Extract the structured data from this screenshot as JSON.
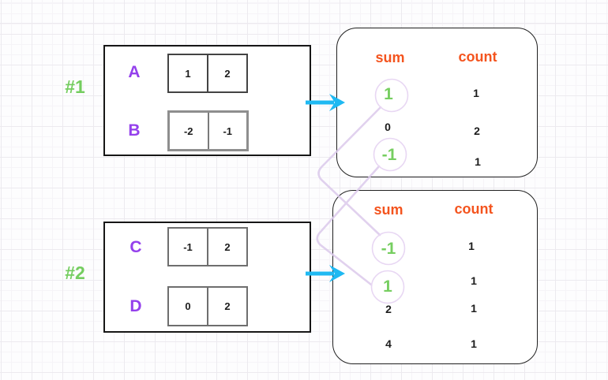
{
  "title": "merge pairwise sums into sum/count tables",
  "colors": {
    "group_label_green": "#76ce60",
    "row_label_purple": "#9440ec",
    "header_orange": "#f4541e",
    "arrow_cyan": "#1fb9f2",
    "connector_lavender": "#dccaec",
    "highlight_circle": "#e8d7f3",
    "text_black": "#1c1c1c"
  },
  "groups": [
    {
      "label": "#1",
      "rows": [
        {
          "label": "A",
          "cells": [
            "1",
            "2"
          ]
        },
        {
          "label": "B",
          "cells": [
            "-2",
            "-1"
          ]
        }
      ],
      "result": {
        "sum_header": "sum",
        "count_header": "count",
        "rows": [
          {
            "sum": "1",
            "count": "1",
            "highlighted": true
          },
          {
            "sum": "0",
            "count": "2",
            "highlighted": false
          },
          {
            "sum": "-1",
            "count": "1",
            "highlighted": true
          }
        ]
      }
    },
    {
      "label": "#2",
      "rows": [
        {
          "label": "C",
          "cells": [
            "-1",
            "2"
          ]
        },
        {
          "label": "D",
          "cells": [
            "0",
            "2"
          ]
        }
      ],
      "result": {
        "sum_header": "sum",
        "count_header": "count",
        "rows": [
          {
            "sum": "-1",
            "count": "1",
            "highlighted": true
          },
          {
            "sum": "1",
            "count": "1",
            "highlighted": true
          },
          {
            "sum": "2",
            "count": "1",
            "highlighted": false
          },
          {
            "sum": "4",
            "count": "1",
            "highlighted": false
          }
        ]
      }
    }
  ],
  "connections": [
    {
      "from": "group #1 sum 1",
      "to": "group #2 sum -1"
    },
    {
      "from": "group #1 sum -1",
      "to": "group #2 sum 1"
    }
  ]
}
